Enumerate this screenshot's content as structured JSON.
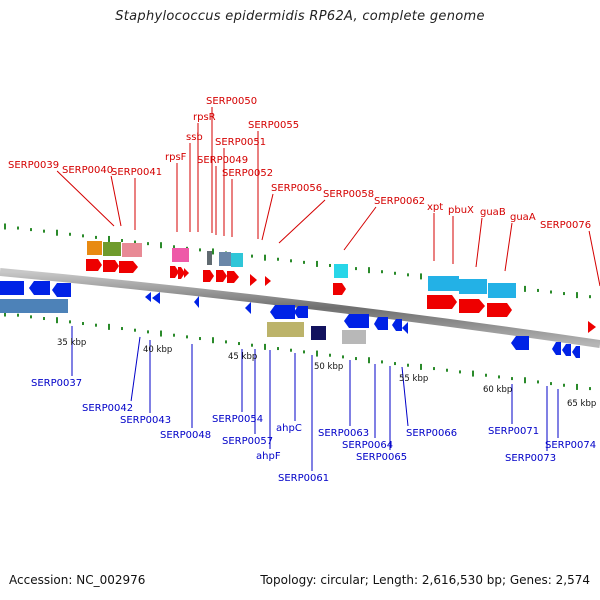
{
  "title": "Staphylococcus epidermidis RP62A, complete genome",
  "footer": {
    "accession": "Accession: NC_002976",
    "topology": "Topology: circular; Length: 2,616,530 bp; Genes: 2,574"
  },
  "colors": {
    "top_label": "#d40000",
    "bottom_label": "#0000c8",
    "tick": "#2a8a2a",
    "backbone": "#8a8a8a"
  },
  "top_labels": [
    "SERP0039",
    "SERP0040",
    "SERP0041",
    "rpsF",
    "ssb",
    "rpsR",
    "SERP0050",
    "SERP0049",
    "SERP0051",
    "SERP0052",
    "SERP0055",
    "SERP0056",
    "SERP0058",
    "SERP0062",
    "xpt",
    "pbuX",
    "guaB",
    "guaA",
    "SERP0076"
  ],
  "bottom_labels": [
    "SERP0037",
    "SERP0042",
    "SERP0043",
    "SERP0048",
    "SERP0054",
    "SERP0057",
    "ahpF",
    "ahpC",
    "SERP0061",
    "SERP0063",
    "SERP0064",
    "SERP0065",
    "SERP0066",
    "SERP0071",
    "SERP0073",
    "SERP0074"
  ],
  "kbp_ticks": [
    "35 kbp",
    "40 kbp",
    "45 kbp",
    "50 kbp",
    "55 kbp",
    "60 kbp",
    "65 kbp"
  ]
}
